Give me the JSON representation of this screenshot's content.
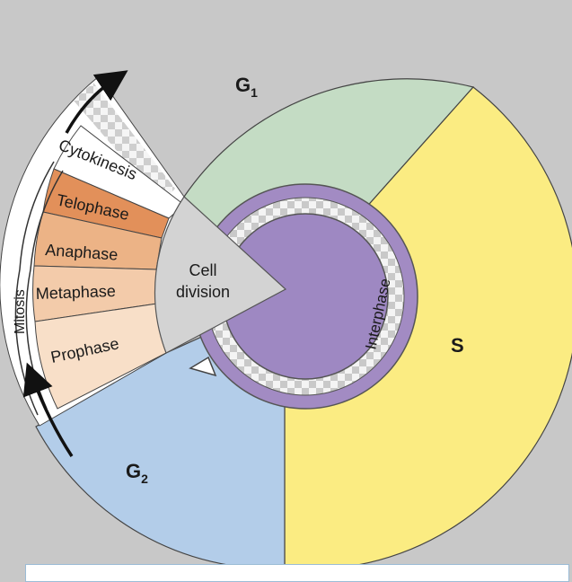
{
  "phases": {
    "g1": {
      "letter": "G",
      "sub": "1",
      "color": "#c4dcc4"
    },
    "s": {
      "label": "S",
      "color": "#fbec82"
    },
    "g2": {
      "letter": "G",
      "sub": "2",
      "color": "#b3cde9"
    }
  },
  "mitosis": {
    "label": "Mitosis",
    "stages": [
      {
        "key": "cytokinesis",
        "label": "Cytokinesis",
        "color": "#ffffff"
      },
      {
        "key": "telophase",
        "label": "Telophase",
        "color": "#e2905a"
      },
      {
        "key": "anaphase",
        "label": "Anaphase",
        "color": "#ecb386"
      },
      {
        "key": "metaphase",
        "label": "Metaphase",
        "color": "#f3cbaa"
      },
      {
        "key": "prophase",
        "label": "Prophase",
        "color": "#f8dfc8"
      }
    ]
  },
  "center": {
    "line1": "Cell",
    "line2": "division",
    "color": "#d3d3d3"
  },
  "interphase": {
    "label": "Interphase",
    "ring_color": "#a28bc3",
    "core_color": "#9e88c2"
  }
}
